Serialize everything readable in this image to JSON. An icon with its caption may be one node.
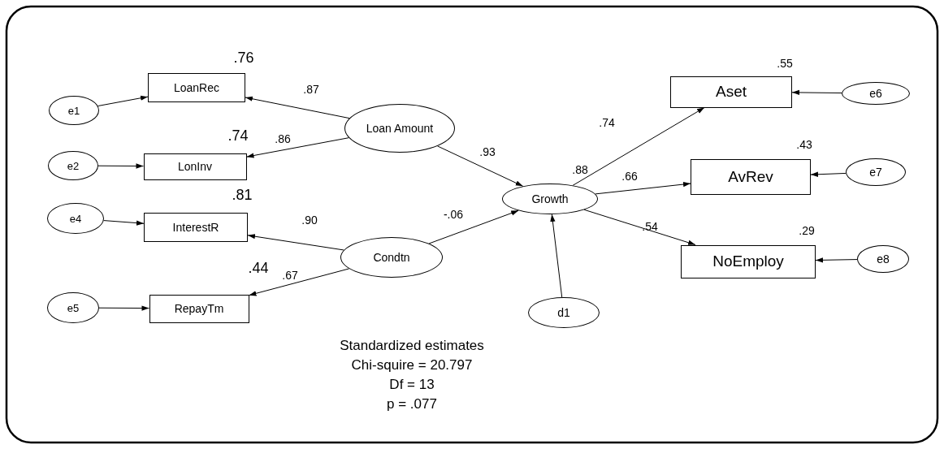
{
  "diagram": {
    "nodes": [
      {
        "text": [
          "e1"
        ]
      },
      {
        "text": [
          "LoanRec"
        ],
        "beside": [
          ".76"
        ]
      },
      {
        "text": [
          "Loan Amount"
        ]
      },
      {
        "text": [
          "e2"
        ]
      },
      {
        "text": [
          "LonInv"
        ],
        "beside": [
          ".74"
        ]
      },
      {
        "text": [
          "e4"
        ]
      },
      {
        "text": [
          "InterestR"
        ],
        "beside": [
          ".81"
        ]
      },
      {
        "text": [
          "Condtn"
        ]
      },
      {
        "text": [
          "e5"
        ]
      },
      {
        "text": [
          "RepayTm"
        ],
        "beside": [
          ".44"
        ]
      },
      {
        "text": [
          "Growth"
        ],
        "beside": [
          ".88"
        ]
      },
      {
        "text": [
          "Aset"
        ],
        "beside": [
          ".55"
        ]
      },
      {
        "text": [
          "e6"
        ]
      },
      {
        "text": [
          "AvRev"
        ],
        "beside": [
          ".43"
        ]
      },
      {
        "text": [
          "e7"
        ]
      },
      {
        "text": [
          "NoEmploy"
        ],
        "beside": [
          ".29"
        ]
      },
      {
        "text": [
          "e8"
        ]
      },
      {
        "text": [
          "d1"
        ]
      }
    ],
    "edges": [
      {
        "from": 0,
        "to": 1,
        "arrow": "to"
      },
      {
        "from": 2,
        "to": 1,
        "arrow": "to",
        "label": ".87"
      },
      {
        "from": 3,
        "to": 4,
        "arrow": "to"
      },
      {
        "from": 2,
        "to": 4,
        "arrow": "to",
        "label": ".86"
      },
      {
        "from": 5,
        "to": 6,
        "arrow": "to"
      },
      {
        "from": 7,
        "to": 6,
        "arrow": "to",
        "label": ".90"
      },
      {
        "from": 8,
        "to": 9,
        "arrow": "to"
      },
      {
        "from": 7,
        "to": 9,
        "arrow": "to",
        "label": ".67"
      },
      {
        "from": 2,
        "to": 10,
        "arrow": "to",
        "label": ".93"
      },
      {
        "from": 7,
        "to": 10,
        "arrow": "to",
        "label": "-.06"
      },
      {
        "from": 10,
        "to": 11,
        "arrow": "to",
        "label": ".74"
      },
      {
        "from": 10,
        "to": 13,
        "arrow": "to",
        "label": ".66"
      },
      {
        "from": 10,
        "to": 15,
        "arrow": "to",
        "label": ".54"
      },
      {
        "from": 12,
        "to": 11,
        "arrow": "to"
      },
      {
        "from": 14,
        "to": 13,
        "arrow": "to"
      },
      {
        "from": 16,
        "to": 15,
        "arrow": "to"
      },
      {
        "from": 17,
        "to": 10,
        "arrow": "to"
      }
    ],
    "labels": [
      "Standardized estimates",
      "Chi-squire = 20.797",
      "Df = 13",
      "p = .077"
    ]
  }
}
